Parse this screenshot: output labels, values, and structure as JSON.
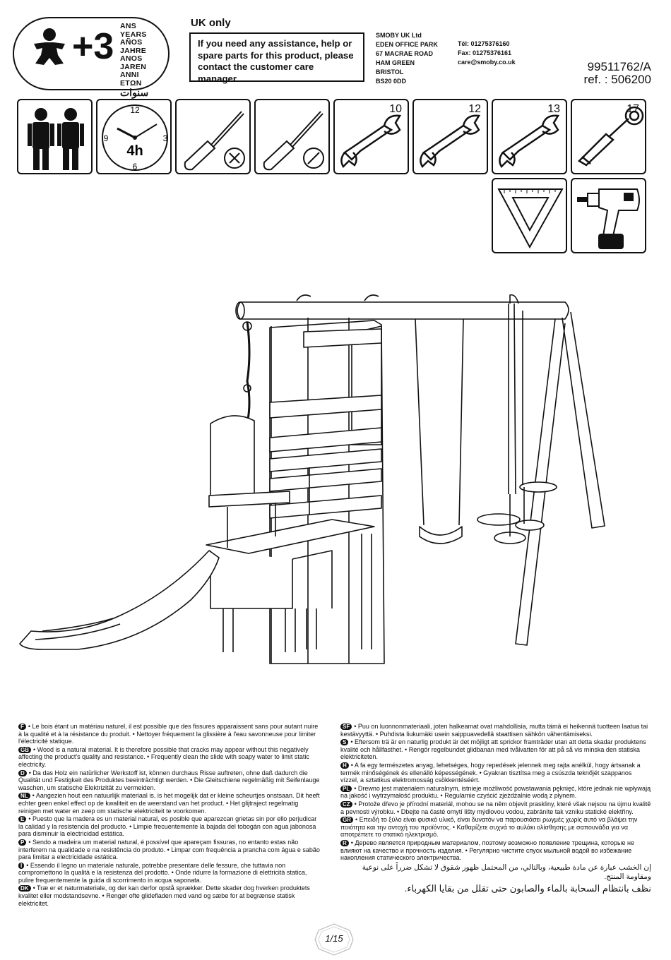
{
  "age": {
    "plus": "+3",
    "words": [
      "ANS",
      "YEARS",
      "AÑOS",
      "JAHRE",
      "ANOS",
      "JAREN",
      "ANNI",
      "ETΩN",
      "سنوات"
    ]
  },
  "header": {
    "uk_only": "UK only",
    "assistance": "If you need any assistance, help or spare parts for this product, please contact the customer care manager.",
    "address_lines": [
      "SMOBY  UK Ltd",
      "EDEN OFFICE PARK",
      "67 MACRAE ROAD",
      "HAM GREEN",
      "BRISTOL",
      "BS20 0DD"
    ],
    "contact_lines": [
      "Tél: 01275376160",
      "Fax: 01275376161",
      "care@smoby.co.uk"
    ],
    "code": "99511762/A",
    "ref": "ref. : 506200"
  },
  "tools": {
    "clock_numbers": [
      "12",
      "3",
      "6",
      "9"
    ],
    "time": "4h",
    "wrench_sizes": [
      "10",
      "12",
      "13"
    ],
    "socket_size": "17",
    "icons": [
      "two-adults-icon",
      "clock-icon",
      "phillips-screwdriver-icon",
      "flat-screwdriver-icon",
      "wrench-icon",
      "socket-wrench-icon",
      "set-square-icon",
      "drill-icon"
    ]
  },
  "notices_left": [
    {
      "code": "F",
      "text": "• Le bois étant un matériau naturel, il est possible que des fissures apparaissent sans pour autant nuire à la qualité et à la résistance du produit. • Nettoyer fréquement la glissière à l'eau savonneuse pour limiter l'électricité statique."
    },
    {
      "code": "GB",
      "text": "• Wood is a natural material. It is therefore possible that cracks may appear without this negatively affecting the product's quality and resistance. • Frequently clean the slide with soapy water to limit static electricity."
    },
    {
      "code": "D",
      "text": "• Da das Holz ein natürlicher Werkstoff ist, können durchaus Risse auftreten, ohne daß dadurch die Qualität und Festigkeit des Produktes beeinträchtigt werden. • Die Gleitschiene regelmäßig mit Seifenlauge waschen, um statische Elektrizität zu vermeiden."
    },
    {
      "code": "NL",
      "text": "• Aangezien hout een natuurlijk materiaal is, is het mogelijk dat er kleine scheurtjes onstsaan. Dit heeft echter geen enkel effect op de kwaliteit en de weerstand van het product. • Het glijtraject regelmatig reinigen met water en zeep om statische elektriciteit te voorkomen."
    },
    {
      "code": "E",
      "text": "• Puesto que la madera es un material natural, es posible que aparezcan grietas sin por ello perjudicar la calidad y la resistencia del producto. • Limpie frecuentemente la bajada del tobogán con agua jabonosa para disminuir la electricidad estática."
    },
    {
      "code": "P",
      "text": "• Sendo a madeira um material natural, é possível que apareçam fissuras, no entanto estas não interferem na qualidade e na resistência do produto. • Limpar com frequência a prancha com água e sabão para limitar a electricidade estática."
    },
    {
      "code": "I",
      "text": "• Essendo il legno un materiale naturale, potrebbe presentare delle fessure, che tuttavia non compromettono la qualità e la resistenza del prodotto. • Onde ridurre la formazione di elettricità statica, pulire frequentemente la guida di scorrimento in acqua saponata."
    },
    {
      "code": "DK",
      "text": "• Træ er et naturmateriale, og der kan derfor opstå sprækker. Dette skader dog hverken produktets kvalitet eller modstandsevne. • Rengør ofte glidefladen med vand og sæbe for at begrænse statisk elektricitet."
    }
  ],
  "notices_right": [
    {
      "code": "SF",
      "text": "• Puu on luonnonmateriaali, joten halkeamat ovat mahdollisia, mutta tämä ei heikennä tuotteen laatua tai kestävyyttä. • Puhdista liukumäki usein saippuavedellä staattisen sähkön vähentämiseksi."
    },
    {
      "code": "S",
      "text": "• Eftersom trä är en naturlig produkt är det möjligt att sprickor framträder utan att detta skadar produktens kvalité och hållfasthet. • Rengör regelbundet glidbanan med tvålvatten för att på så vis minska den statiska elektriciteten."
    },
    {
      "code": "H",
      "text": "• A fa egy természetes anyag, lehetséges, hogy repedések jelennek meg rajta anélkül, hogy ártsanak a termék minőségének és ellenálló képességének. • Gyakran tisztítsa meg a csúszda teknőjét szappanos vízzel, a sztatikus elektromosság csökkentéséért."
    },
    {
      "code": "PL",
      "text": "• Drewno jest materiałem naturalnym, istnieje możliwość powstawania pęknięć, które jednak nie wpływają na jakość i wytrzymałość produktu. • Regularnie czyścić zjeżdżalnie wodą z płynem."
    },
    {
      "code": "CZ",
      "text": "• Protože dřevo je přírodní materiál, mohou se na něm objevit praskliny, které však nejsou na újmu kvalitě a pevnosti výrobku. • Dbejte na časté omytí lišty mýdlovou vodou, zabráníte tak vzniku statické elektřiny."
    },
    {
      "code": "GR",
      "text": "• Επειδή το ξύλο είναι φυσικό υλικό, είναι δυνατόν να παρουσιάσει ρωγμές χωρίς αυτό να βλάψει την ποιότητα και την αντοχή του προϊόντος. • Καθαρίζετε συχνά το αυλάκι ολίσθησης με σαπουνάδα για να αποτρέπετε το στατικό ηλεκτρισμό."
    },
    {
      "code": "R",
      "text": "• Дерево является природным материалом, поэтому возможно появление трещина, которые не влияют на качество и прочность изделия. • Регулярно чистите спуск мыльной водой во избежание накопления статического электричества."
    }
  ],
  "arabic": {
    "line1": "إن الخشب عبارة عن مادة طبيعية، وبالتالي، من المحتمل ظهور شقوق لا تشكل ضرراً على نوعية ومقاومة المنتج.",
    "line2": "نظف بانتظام السحابة بالماء والصابون حتى تقلل من بقايا الكهرباء."
  },
  "page": "1/15"
}
